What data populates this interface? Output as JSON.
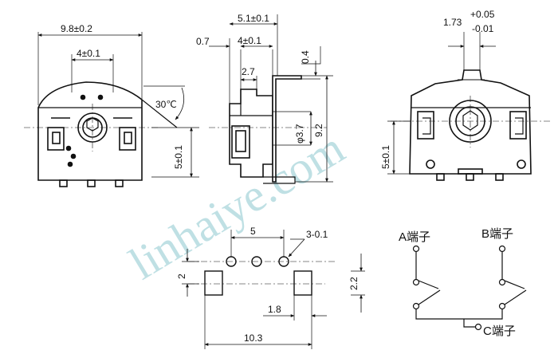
{
  "front_view": {
    "width": "9.8±0.2",
    "pin_pitch": "4±0.1",
    "angle": "30℃",
    "height": "5±0.1"
  },
  "side_view": {
    "overall": "5.1±0.1",
    "left_offset": "0.7",
    "pitch": "4±0.1",
    "lead": "2.7",
    "thickness": "0.4",
    "shaft_dia": "φ3.7",
    "height": "9.2"
  },
  "rear_view": {
    "tol_nominal": "1.73",
    "tol_upper": "+0.05",
    "tol_lower": "-0.01",
    "height": "5±0.1"
  },
  "pcb_layout": {
    "pitch": "5",
    "holes": "3-0.1",
    "left_gap": "2",
    "right_gap": "2.2",
    "pad_width": "1.8",
    "pad_span": "10.3"
  },
  "schematic": {
    "terminal_a": "A端子",
    "terminal_b": "B端子",
    "terminal_c": "C端子"
  },
  "watermark": "linhaiye.com"
}
